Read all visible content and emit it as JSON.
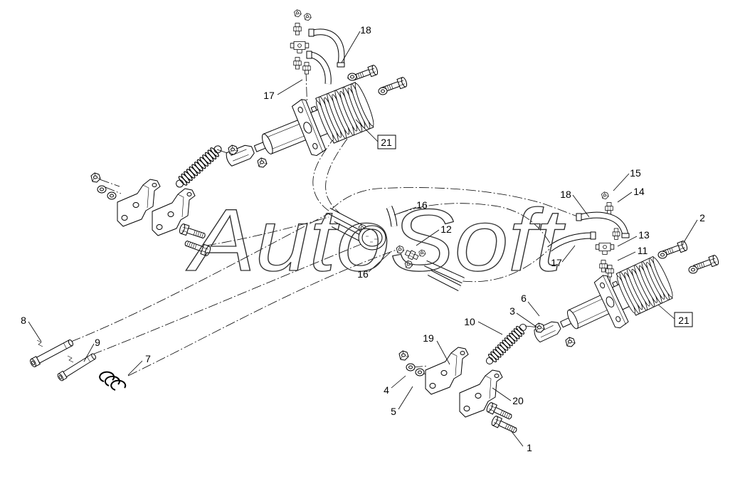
{
  "diagram": {
    "watermark": "AutoSoft",
    "callouts": [
      "18",
      "17",
      "21",
      "15",
      "14",
      "18",
      "2",
      "16",
      "12",
      "13",
      "11",
      "17",
      "16",
      "6",
      "3",
      "10",
      "21",
      "8",
      "9",
      "7",
      "19",
      "4",
      "5",
      "20",
      "1"
    ]
  }
}
